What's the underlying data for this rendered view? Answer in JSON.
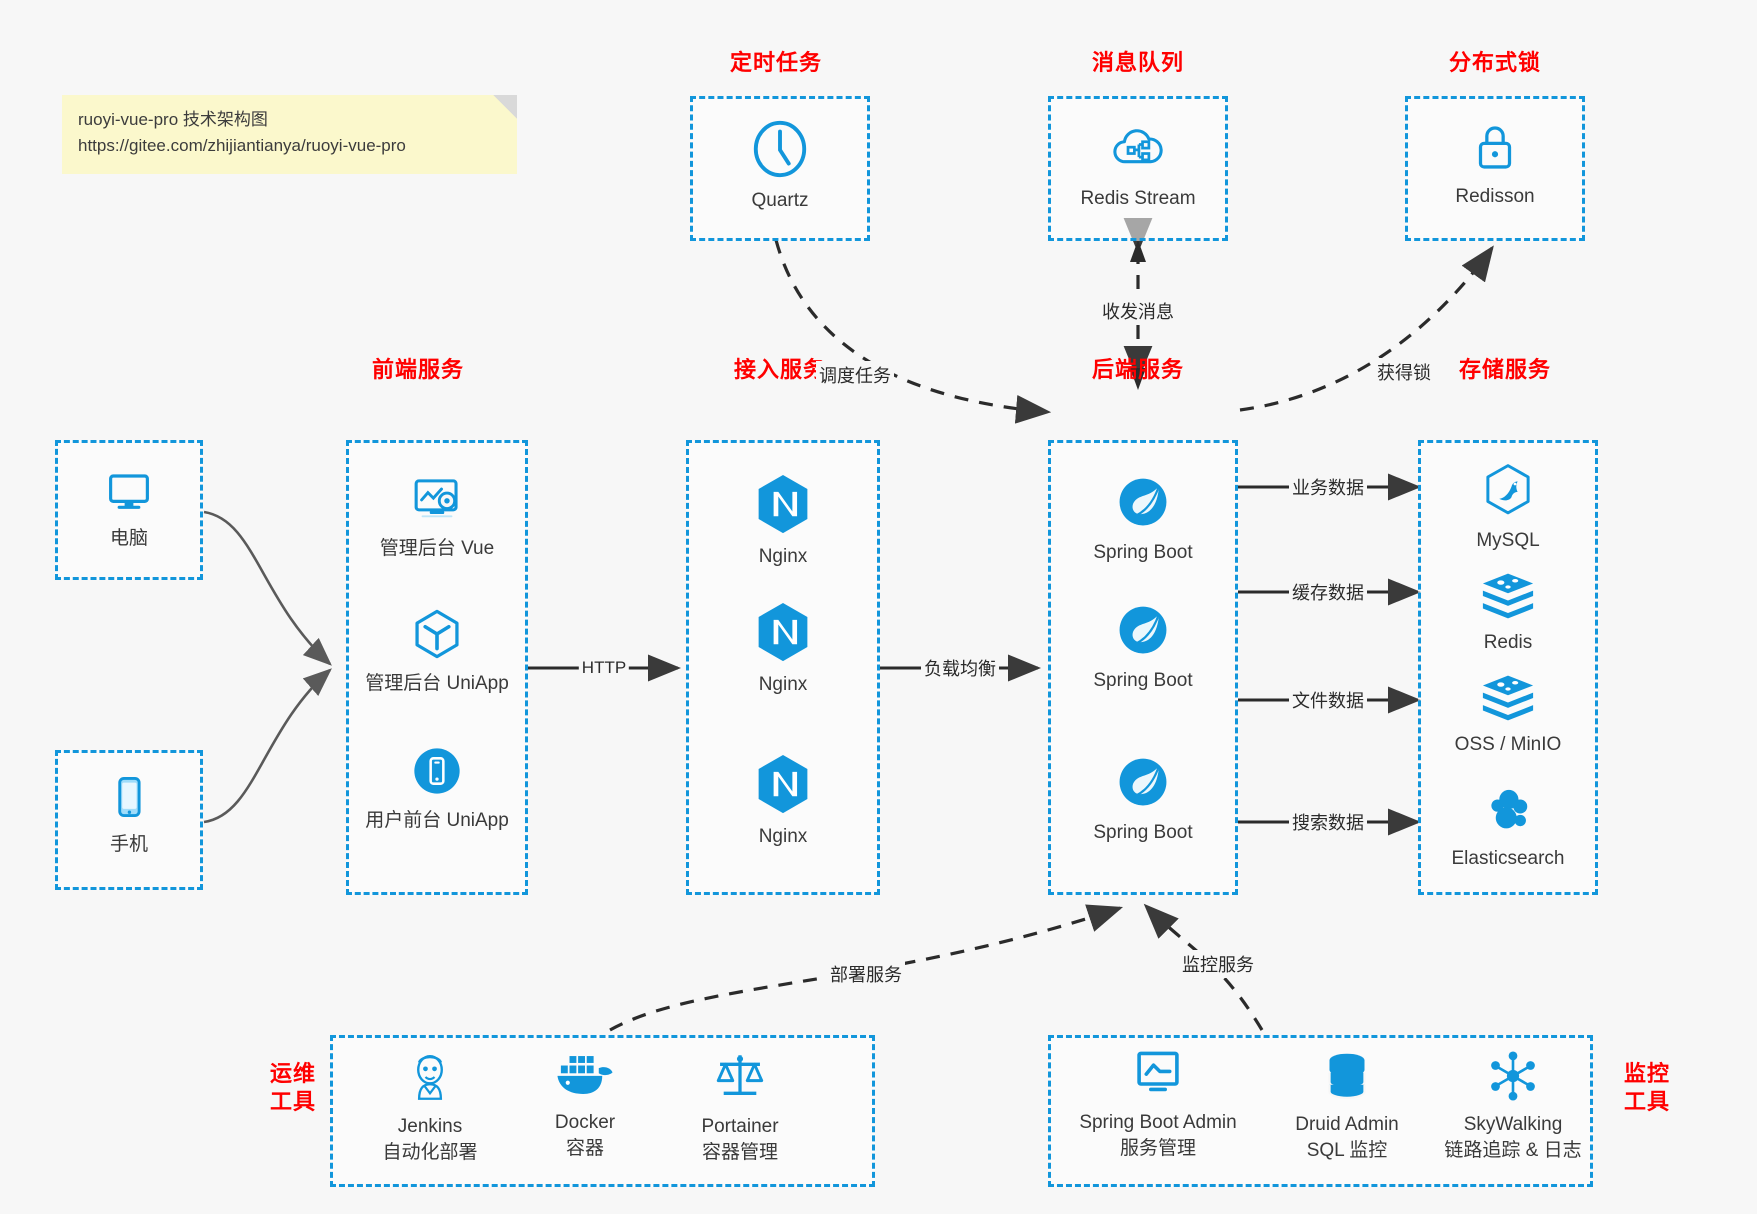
{
  "note": {
    "line1": "ruoyi-vue-pro 技术架构图",
    "line2": "https://gitee.com/zhijiantianya/ruoyi-vue-pro"
  },
  "colors": {
    "accent": "#1296db",
    "title": "#ff0000",
    "text": "#3a3a3a",
    "edge": "#3a3a3a",
    "background": "#f7f7f7",
    "note_bg": "#fbf8cc"
  },
  "groups": [
    {
      "id": "scheduler",
      "title": "定时任务",
      "nodes": [
        {
          "name": "Quartz",
          "icon": "clock-icon"
        }
      ]
    },
    {
      "id": "mq",
      "title": "消息队列",
      "nodes": [
        {
          "name": "Redis Stream",
          "icon": "cloud-stream-icon"
        }
      ]
    },
    {
      "id": "lock",
      "title": "分布式锁",
      "nodes": [
        {
          "name": "Redisson",
          "icon": "lock-icon"
        }
      ]
    },
    {
      "id": "client",
      "title": "",
      "nodes": [
        {
          "name": "电脑",
          "icon": "desktop-icon"
        },
        {
          "name": "手机",
          "icon": "mobile-icon"
        }
      ]
    },
    {
      "id": "frontend",
      "title": "前端服务",
      "nodes": [
        {
          "name": "管理后台 Vue",
          "icon": "dashboard-icon"
        },
        {
          "name": "管理后台 UniApp",
          "icon": "cube-icon"
        },
        {
          "name": "用户前台 UniApp",
          "icon": "app-icon"
        }
      ]
    },
    {
      "id": "access",
      "title": "接入服务",
      "nodes": [
        {
          "name": "Nginx",
          "icon": "nginx-icon"
        },
        {
          "name": "Nginx",
          "icon": "nginx-icon"
        },
        {
          "name": "Nginx",
          "icon": "nginx-icon"
        }
      ]
    },
    {
      "id": "backend",
      "title": "后端服务",
      "nodes": [
        {
          "name": "Spring Boot",
          "icon": "spring-icon"
        },
        {
          "name": "Spring Boot",
          "icon": "spring-icon"
        },
        {
          "name": "Spring Boot",
          "icon": "spring-icon"
        }
      ]
    },
    {
      "id": "storage",
      "title": "存储服务",
      "nodes": [
        {
          "name": "MySQL",
          "icon": "mysql-icon"
        },
        {
          "name": "Redis",
          "icon": "redis-icon"
        },
        {
          "name": "OSS / MinIO",
          "icon": "redis-icon"
        },
        {
          "name": "Elasticsearch",
          "icon": "elasticsearch-icon"
        }
      ]
    },
    {
      "id": "ops",
      "title": "运维\n工具",
      "title_line1": "运维",
      "title_line2": "工具",
      "nodes": [
        {
          "name": "Jenkins",
          "sub": "自动化部署",
          "icon": "jenkins-icon"
        },
        {
          "name": "Docker",
          "sub": "容器",
          "icon": "docker-icon"
        },
        {
          "name": "Portainer",
          "sub": "容器管理",
          "icon": "portainer-icon"
        }
      ]
    },
    {
      "id": "monitor",
      "title": "监控\n工具",
      "title_line1": "监控",
      "title_line2": "工具",
      "nodes": [
        {
          "name": "Spring Boot Admin",
          "sub": "服务管理",
          "icon": "monitor-chart-icon"
        },
        {
          "name": "Druid Admin",
          "sub": "SQL 监控",
          "icon": "database-icon"
        },
        {
          "name": "SkyWalking",
          "sub": "链路追踪 & 日志",
          "icon": "skywalking-icon"
        }
      ]
    }
  ],
  "edges": [
    {
      "id": "http",
      "label": "HTTP",
      "from": "frontend",
      "to": "access",
      "style": "solid"
    },
    {
      "id": "lb",
      "label": "负载均衡",
      "from": "access",
      "to": "backend",
      "style": "solid"
    },
    {
      "id": "biz-data",
      "label": "业务数据",
      "from": "backend",
      "to": "storage",
      "style": "solid"
    },
    {
      "id": "cache-data",
      "label": "缓存数据",
      "from": "backend",
      "to": "storage",
      "style": "solid"
    },
    {
      "id": "file-data",
      "label": "文件数据",
      "from": "backend",
      "to": "storage",
      "style": "solid"
    },
    {
      "id": "search-data",
      "label": "搜索数据",
      "from": "backend",
      "to": "storage",
      "style": "solid"
    },
    {
      "id": "schedule",
      "label": "调度任务",
      "from": "scheduler",
      "to": "backend",
      "style": "dashed"
    },
    {
      "id": "message",
      "label": "收发消息",
      "from": "mq",
      "to": "backend",
      "style": "dashed"
    },
    {
      "id": "acquire-lock",
      "label": "获得锁",
      "from": "backend",
      "to": "lock",
      "style": "dashed"
    },
    {
      "id": "deploy",
      "label": "部署服务",
      "from": "ops",
      "to": "backend",
      "style": "dashed"
    },
    {
      "id": "monitoring",
      "label": "监控服务",
      "from": "monitor",
      "to": "backend",
      "style": "dashed"
    }
  ]
}
